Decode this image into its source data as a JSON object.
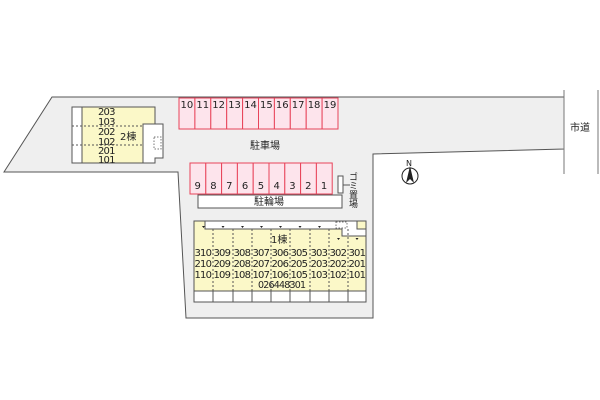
{
  "road_label": "市道",
  "parking_label": "駐車場",
  "bicycle_label": "駐輪場",
  "garbage_label": "ゴミ置場",
  "compass_label": "N",
  "parking_top": [
    "10",
    "11",
    "12",
    "13",
    "14",
    "15",
    "16",
    "17",
    "18",
    "19"
  ],
  "parking_bottom": [
    "9",
    "8",
    "7",
    "6",
    "5",
    "4",
    "3",
    "2",
    "1"
  ],
  "building2": {
    "label": "2棟",
    "rows": [
      [
        "203",
        "103"
      ],
      [
        "202",
        "102"
      ],
      [
        "201",
        "101"
      ]
    ]
  },
  "building1": {
    "label": "1棟",
    "code": "026448301",
    "columns": [
      [
        "310",
        "210",
        "110"
      ],
      [
        "309",
        "209",
        "109"
      ],
      [
        "308",
        "208",
        "108"
      ],
      [
        "307",
        "207",
        "107"
      ],
      [
        "306",
        "206",
        "106"
      ],
      [
        "305",
        "205",
        "105"
      ],
      [
        "303",
        "203",
        "103"
      ],
      [
        "302",
        "202",
        "102"
      ],
      [
        "301",
        "201",
        "101"
      ]
    ]
  },
  "colors": {
    "lot": "#efefef",
    "building": "#fbf8c8",
    "parking_fill": "#fde4ec",
    "parking_stroke": "#e8435a",
    "outline": "#555555"
  }
}
